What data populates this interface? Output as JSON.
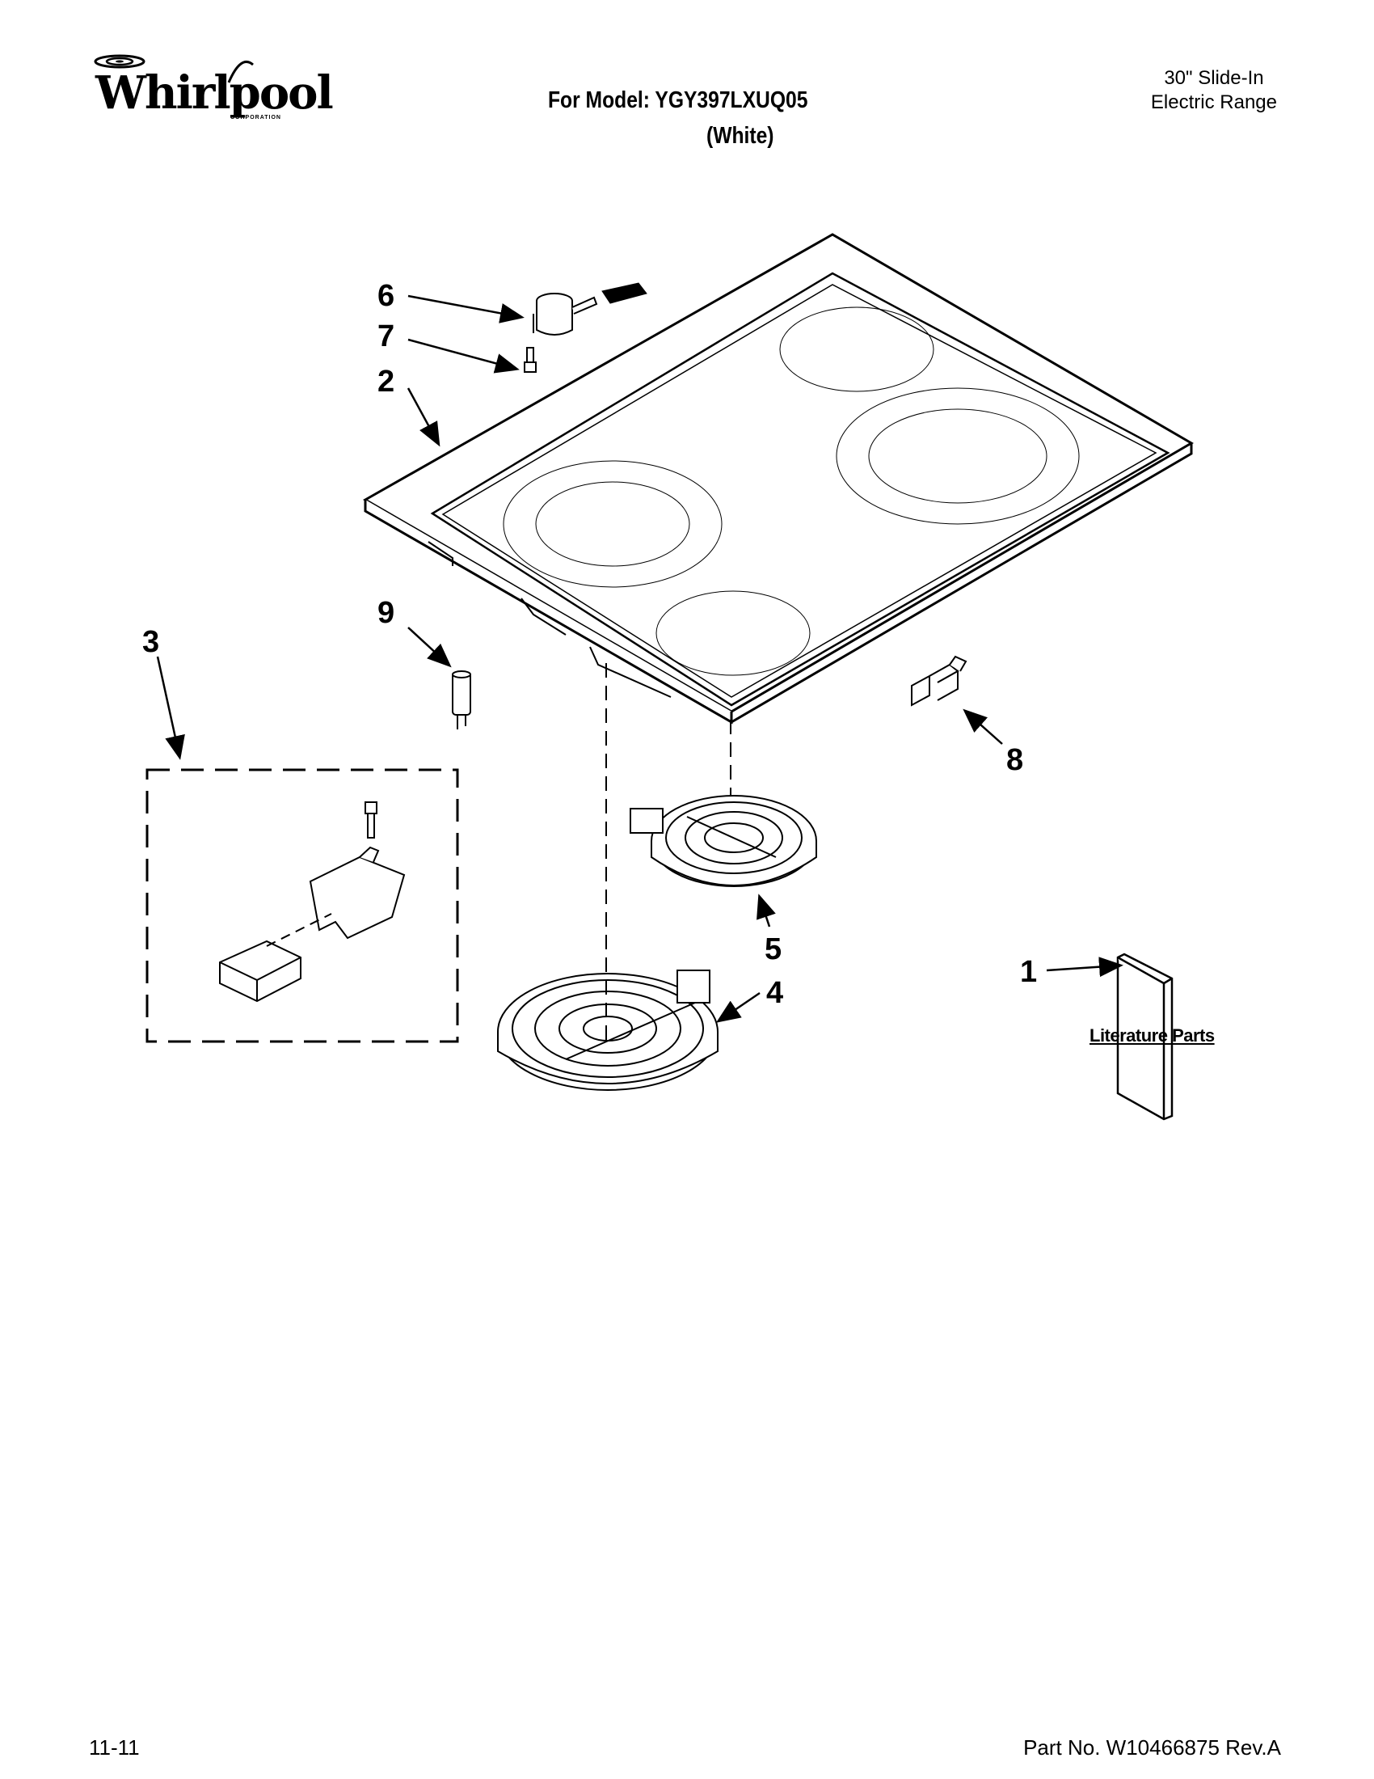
{
  "brand": {
    "name": "Whirlpool",
    "tagline": "CORPORATION"
  },
  "header": {
    "model_line": "For Model: YGY397LXUQ05",
    "color_line": "(White)",
    "product_line1": "30\" Slide-In",
    "product_line2": "Electric Range"
  },
  "callouts": {
    "c1": "1",
    "c2": "2",
    "c3": "3",
    "c4": "4",
    "c5": "5",
    "c6": "6",
    "c7": "7",
    "c8": "8",
    "c9": "9"
  },
  "literature_label": "Literature Parts",
  "footer": {
    "date": "11-11",
    "part_number": "Part No. W10466875 Rev.A"
  }
}
